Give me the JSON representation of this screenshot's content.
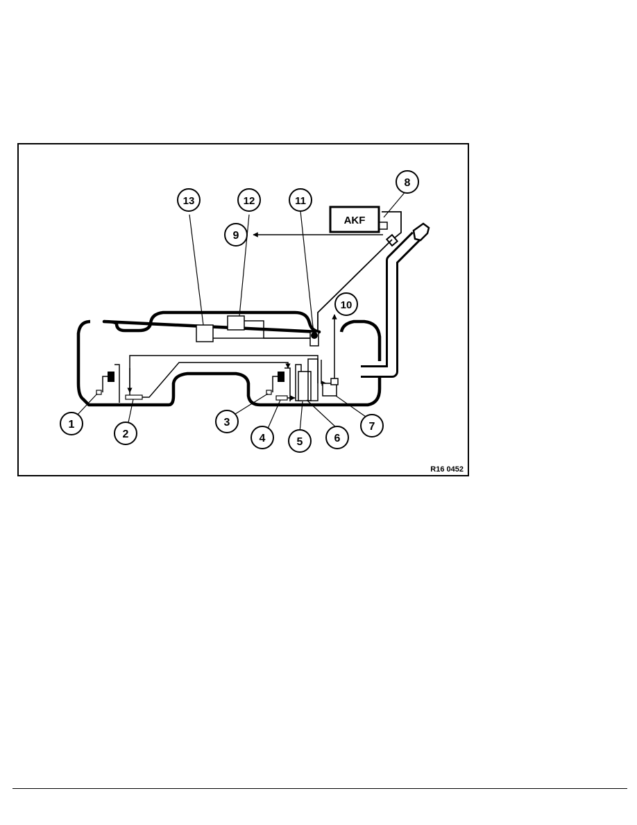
{
  "diagram": {
    "box_label": "AKF",
    "figure_code": "R16 0452",
    "callouts": [
      "1",
      "2",
      "3",
      "4",
      "5",
      "6",
      "7",
      "8",
      "9",
      "10",
      "11",
      "12",
      "13"
    ]
  }
}
